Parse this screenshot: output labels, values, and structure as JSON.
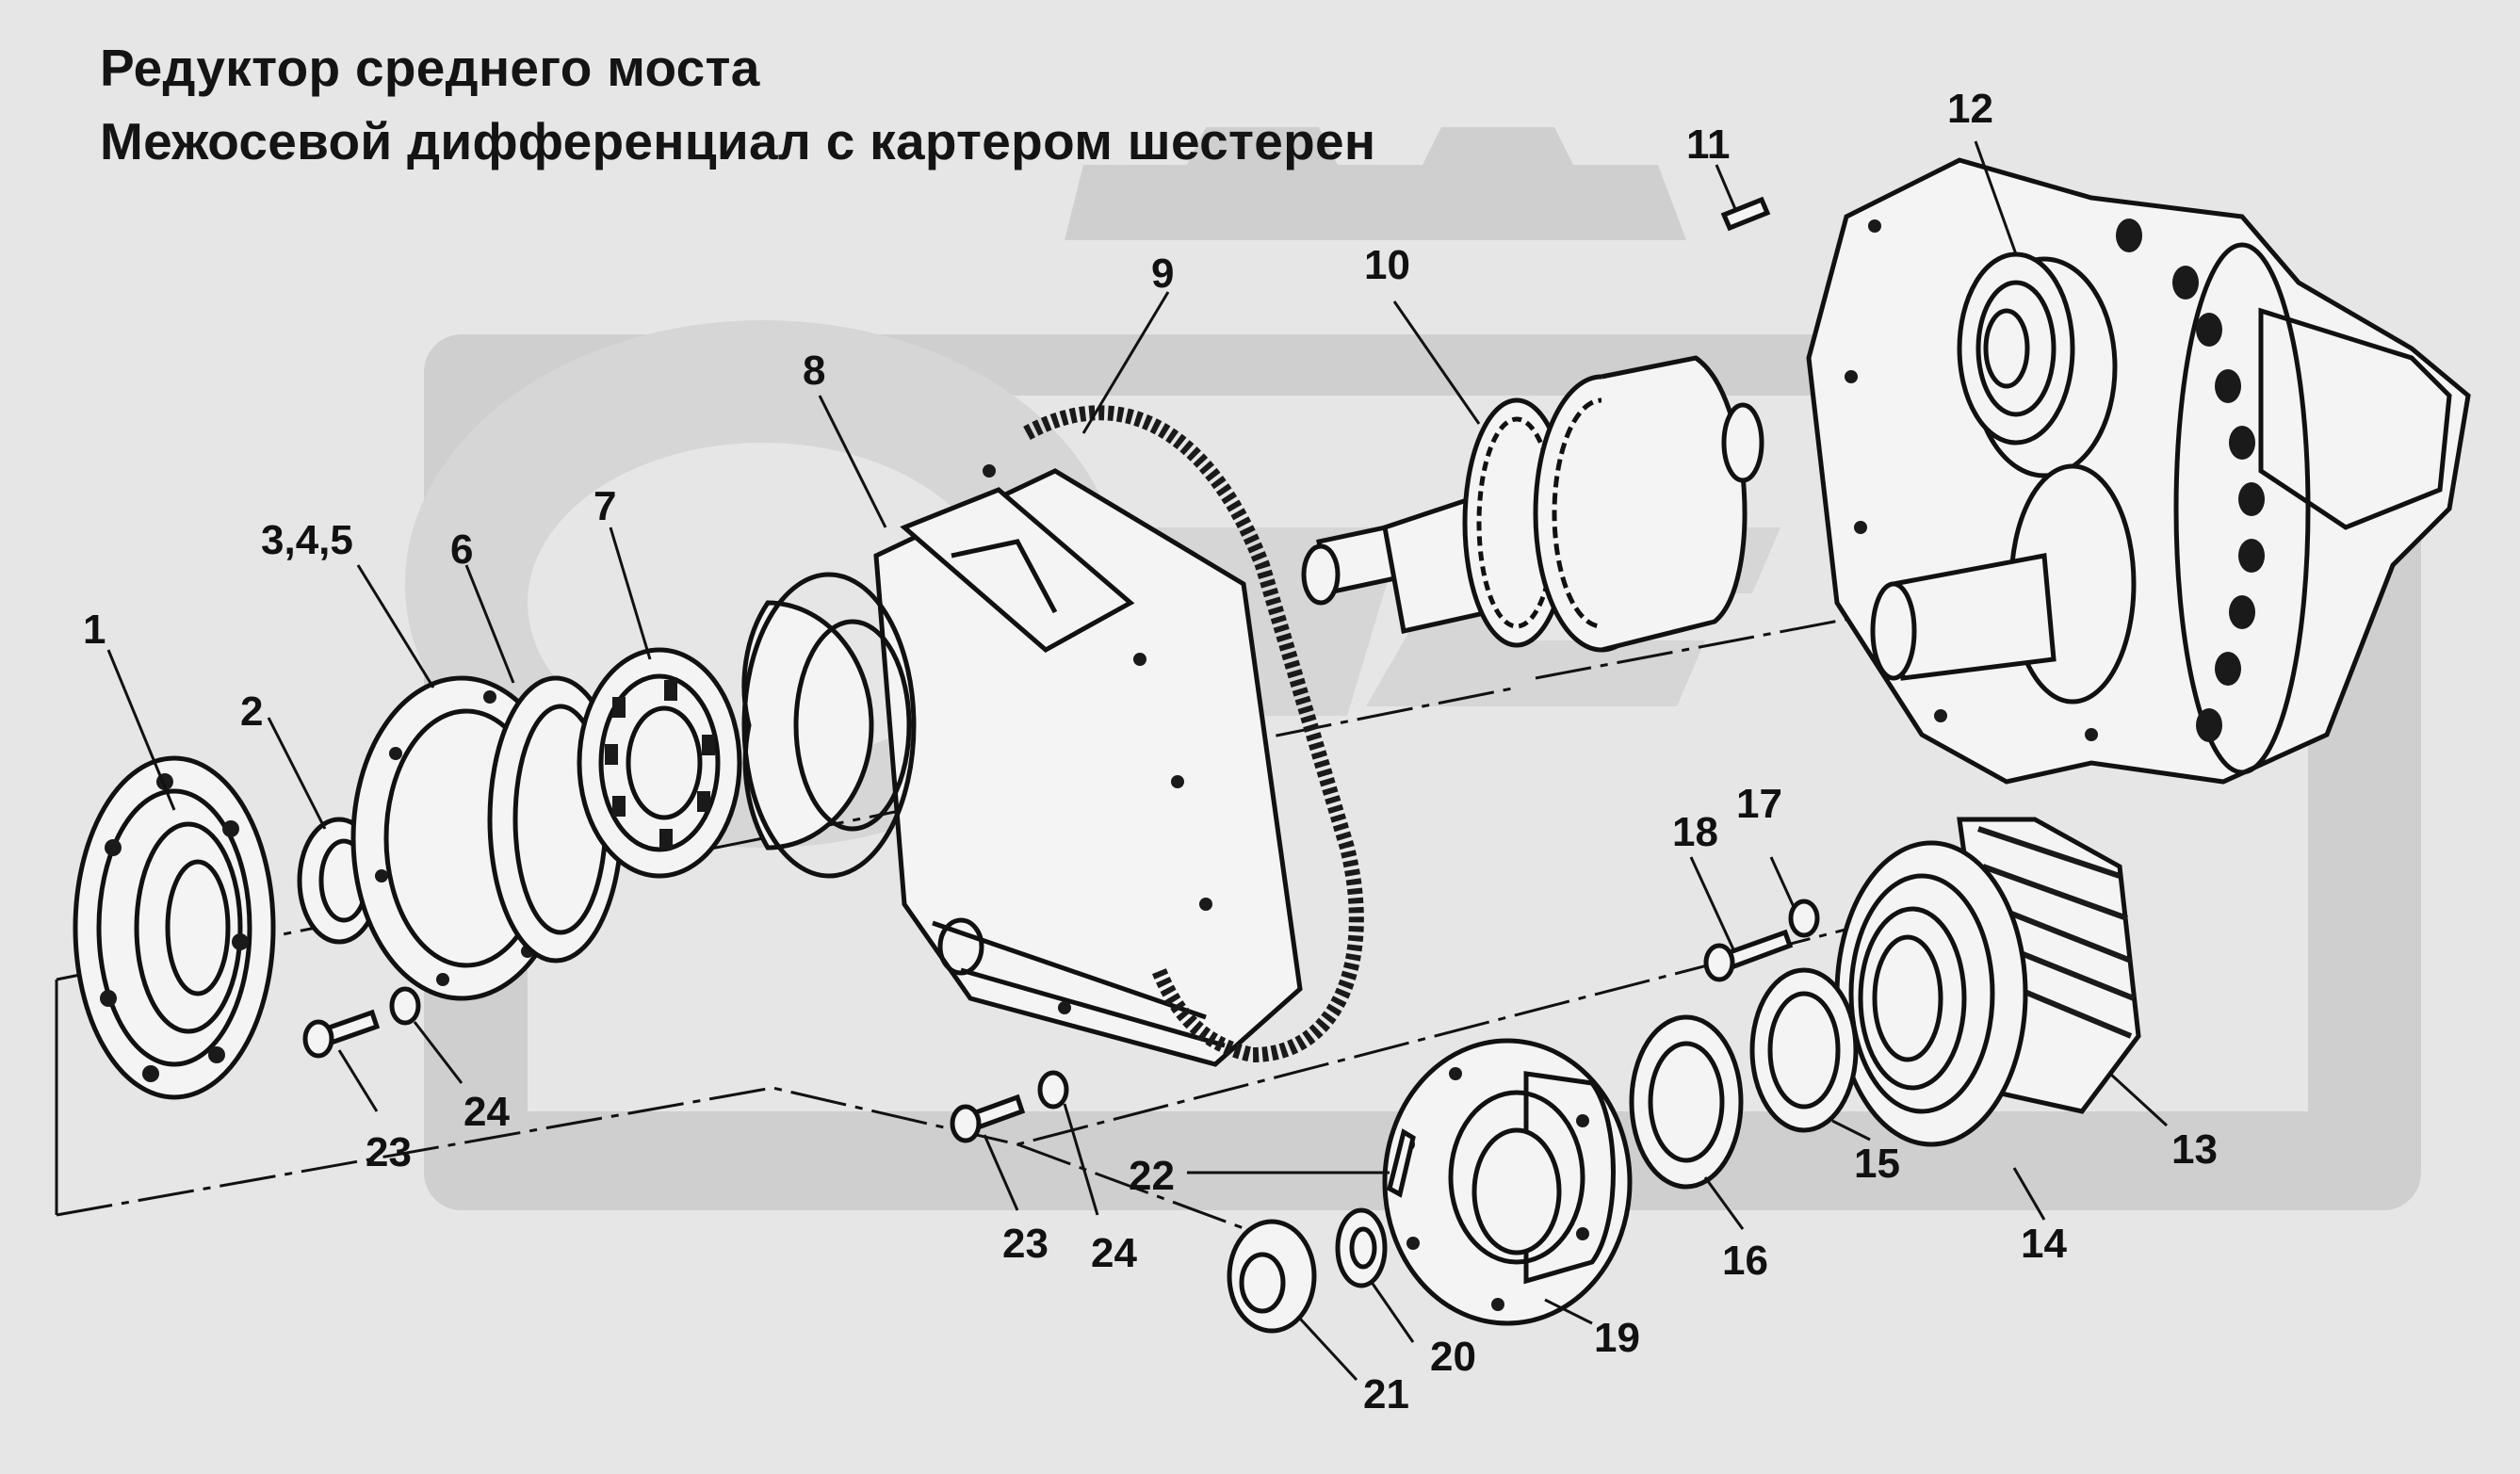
{
  "title": {
    "line1": "Редуктор среднего моста",
    "line2": "Межосевой дифференциал с картером шестерен"
  },
  "callouts": [
    {
      "id": "1",
      "label": "1"
    },
    {
      "id": "2",
      "label": "2"
    },
    {
      "id": "345",
      "label": "3,4,5"
    },
    {
      "id": "6",
      "label": "6"
    },
    {
      "id": "7",
      "label": "7"
    },
    {
      "id": "8",
      "label": "8"
    },
    {
      "id": "9",
      "label": "9"
    },
    {
      "id": "10",
      "label": "10"
    },
    {
      "id": "11",
      "label": "11"
    },
    {
      "id": "12",
      "label": "12"
    },
    {
      "id": "13",
      "label": "13"
    },
    {
      "id": "14",
      "label": "14"
    },
    {
      "id": "15",
      "label": "15"
    },
    {
      "id": "16",
      "label": "16"
    },
    {
      "id": "17",
      "label": "17"
    },
    {
      "id": "18",
      "label": "18"
    },
    {
      "id": "19",
      "label": "19"
    },
    {
      "id": "20",
      "label": "20"
    },
    {
      "id": "21",
      "label": "21"
    },
    {
      "id": "22",
      "label": "22"
    },
    {
      "id": "23a",
      "label": "23"
    },
    {
      "id": "24a",
      "label": "24"
    },
    {
      "id": "23b",
      "label": "23"
    },
    {
      "id": "24b",
      "label": "24"
    }
  ],
  "colors": {
    "background": "#e6e6e6",
    "watermark": "#cfcfcf",
    "ink": "#111111"
  },
  "watermark_logo": {
    "icon": "gear-logo-watermark"
  }
}
